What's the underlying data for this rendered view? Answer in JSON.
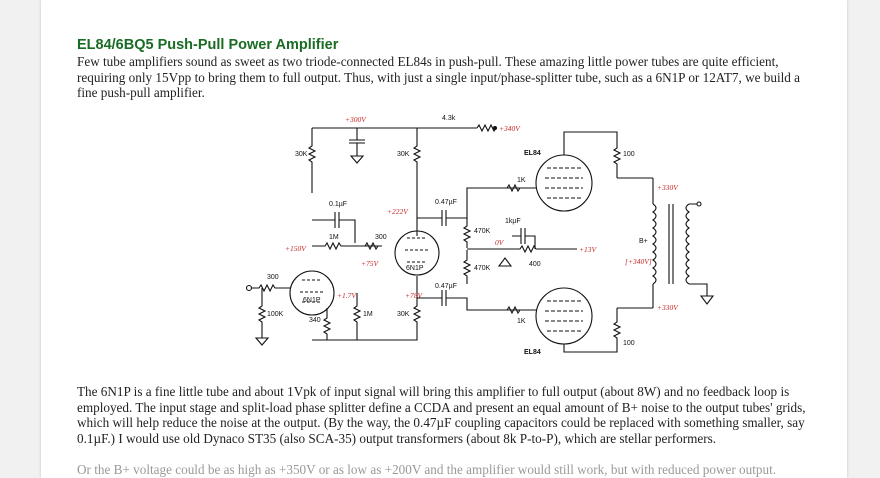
{
  "article": {
    "title": "EL84/6BQ5 Push-Pull Power Amplifier",
    "intro": "Few tube amplifiers sound as sweet as two triode-connected EL84s in push-pull. These amazing little power tubes are quite efficient, requiring only 15Vpp to bring them to full output. Thus, with just a single input/phase-splitter tube, such as a 6N1P or 12AT7, we build a fine push-pull amplifier.",
    "body": "The 6N1P is a fine little tube and about 1Vpk of input signal will bring this amplifier to full output (about 8W) and no feedback loop is employed. The input stage and split-load phase splitter define a CCDA and present an equal amount of B+ noise to the output tubes' grids, which will help reduce the noise at the output. (By the way, the 0.47µF coupling capacitors could be replaced with something smaller, say 0.1µF.) I would use old Dynaco ST35 (also SCA-35) output transformers (about 8k P-to-P), which are stellar performers.",
    "next_line_partial": "Or the B+ voltage could be as high as +350V or as low as +200V and the amplifier would still work, but with reduced power output."
  },
  "schematic": {
    "component_labels": {
      "r_supply": "4.3k",
      "r_load_in": "30K",
      "r_load_split": "30K",
      "c_couple_in": "0.1µF",
      "c_out_top": "0.47µF",
      "c_out_bottom": "0.47µF",
      "r_grid_top": "470K",
      "r_grid_bottom": "470K",
      "c_bypass": "1kµF",
      "r_grid_stop_top": "1K",
      "r_grid_stop_bottom": "1K",
      "r_cathode_out": "400",
      "r_screen_top": "100",
      "r_screen_bottom": "100",
      "r_bias": "1M",
      "r_split": "300",
      "r_input": "300",
      "r_grid_in": "100K",
      "r_cathode_in": "340",
      "r_grid_split": "1M",
      "r_cathode_split": "30K",
      "tube_in": "6N1P",
      "tube_split": "6N1P",
      "tube_out_top": "EL84",
      "tube_out_bottom": "EL84"
    },
    "voltages": {
      "b_plus_300": "+300V",
      "b_plus_340": "+340V",
      "split_plate": "+222V",
      "bias_150": "+150V",
      "split_grid": "+75V",
      "in_cathode": "+1.7V",
      "split_cathode": "+78V",
      "zero": "0V",
      "out_cathode": "+13V",
      "plate_top": "+330V",
      "plate_bottom": "+330V",
      "trans_bplus": "B+",
      "trans_bplus_v": "[+340V]"
    }
  }
}
